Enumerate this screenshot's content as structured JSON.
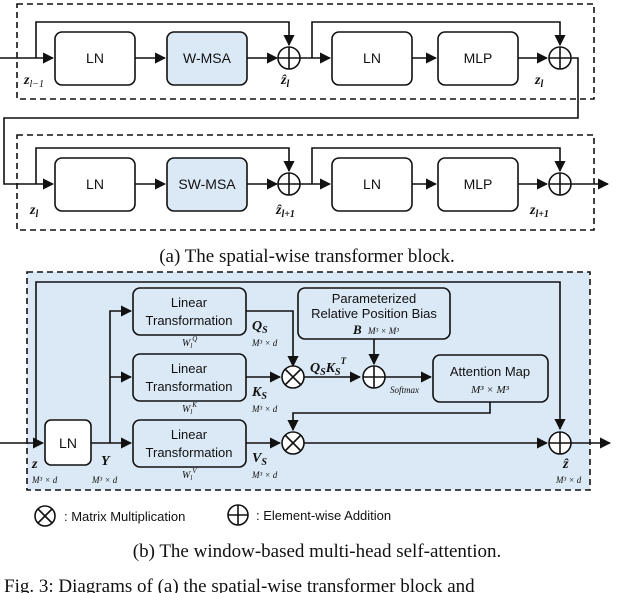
{
  "block_a": {
    "row1": {
      "ln1": "LN",
      "msa": "W-MSA",
      "ln2": "LN",
      "mlp": "MLP",
      "in_label": "z",
      "in_sub": "l−1",
      "mid_label": "ẑ",
      "mid_sub": "l",
      "out_label": "z",
      "out_sub": "l"
    },
    "row2": {
      "ln1": "LN",
      "msa": "SW-MSA",
      "ln2": "LN",
      "mlp": "MLP",
      "in_label": "z",
      "in_sub": "l",
      "mid_label": "ẑ",
      "mid_sub": "l+1",
      "out_label": "z",
      "out_sub": "l+1"
    },
    "caption": "(a) The spatial-wise transformer block."
  },
  "block_b": {
    "linear_line1": "Linear",
    "linear_line2": "Transformation",
    "w_q": "W",
    "w_q_sup": "Q",
    "w_k": "W",
    "w_k_sup": "K",
    "w_v": "W",
    "w_v_sup": "V",
    "w_sub": "l",
    "q_label": "Q",
    "k_label": "K",
    "v_label": "V",
    "s_sub": "S",
    "md": "M³ × d",
    "bias_line1": "Parameterized",
    "bias_line2": "Relative Position Bias",
    "bias_b": "B",
    "bias_dim": "M³ × M³",
    "qk_label": "Q",
    "qk_k": "K",
    "qk_t": "T",
    "softmax": "Softmax",
    "attn_line1": "Attention Map",
    "attn_dim": "M³ × M³",
    "ln": "LN",
    "z_in": "z",
    "y_label": "Y",
    "z_out": "ẑ",
    "legend_mult": ": Matrix Multiplication",
    "legend_add": ": Element-wise Addition",
    "caption": "(b) The window-based multi-head self-attention."
  },
  "fig_caption": "Fig. 3: Diagrams of (a) the spatial-wise transformer block and",
  "colors": {
    "msa_fill": "#dbe9f6",
    "panel_fill": "#dbe9f6",
    "stroke": "#111111"
  }
}
